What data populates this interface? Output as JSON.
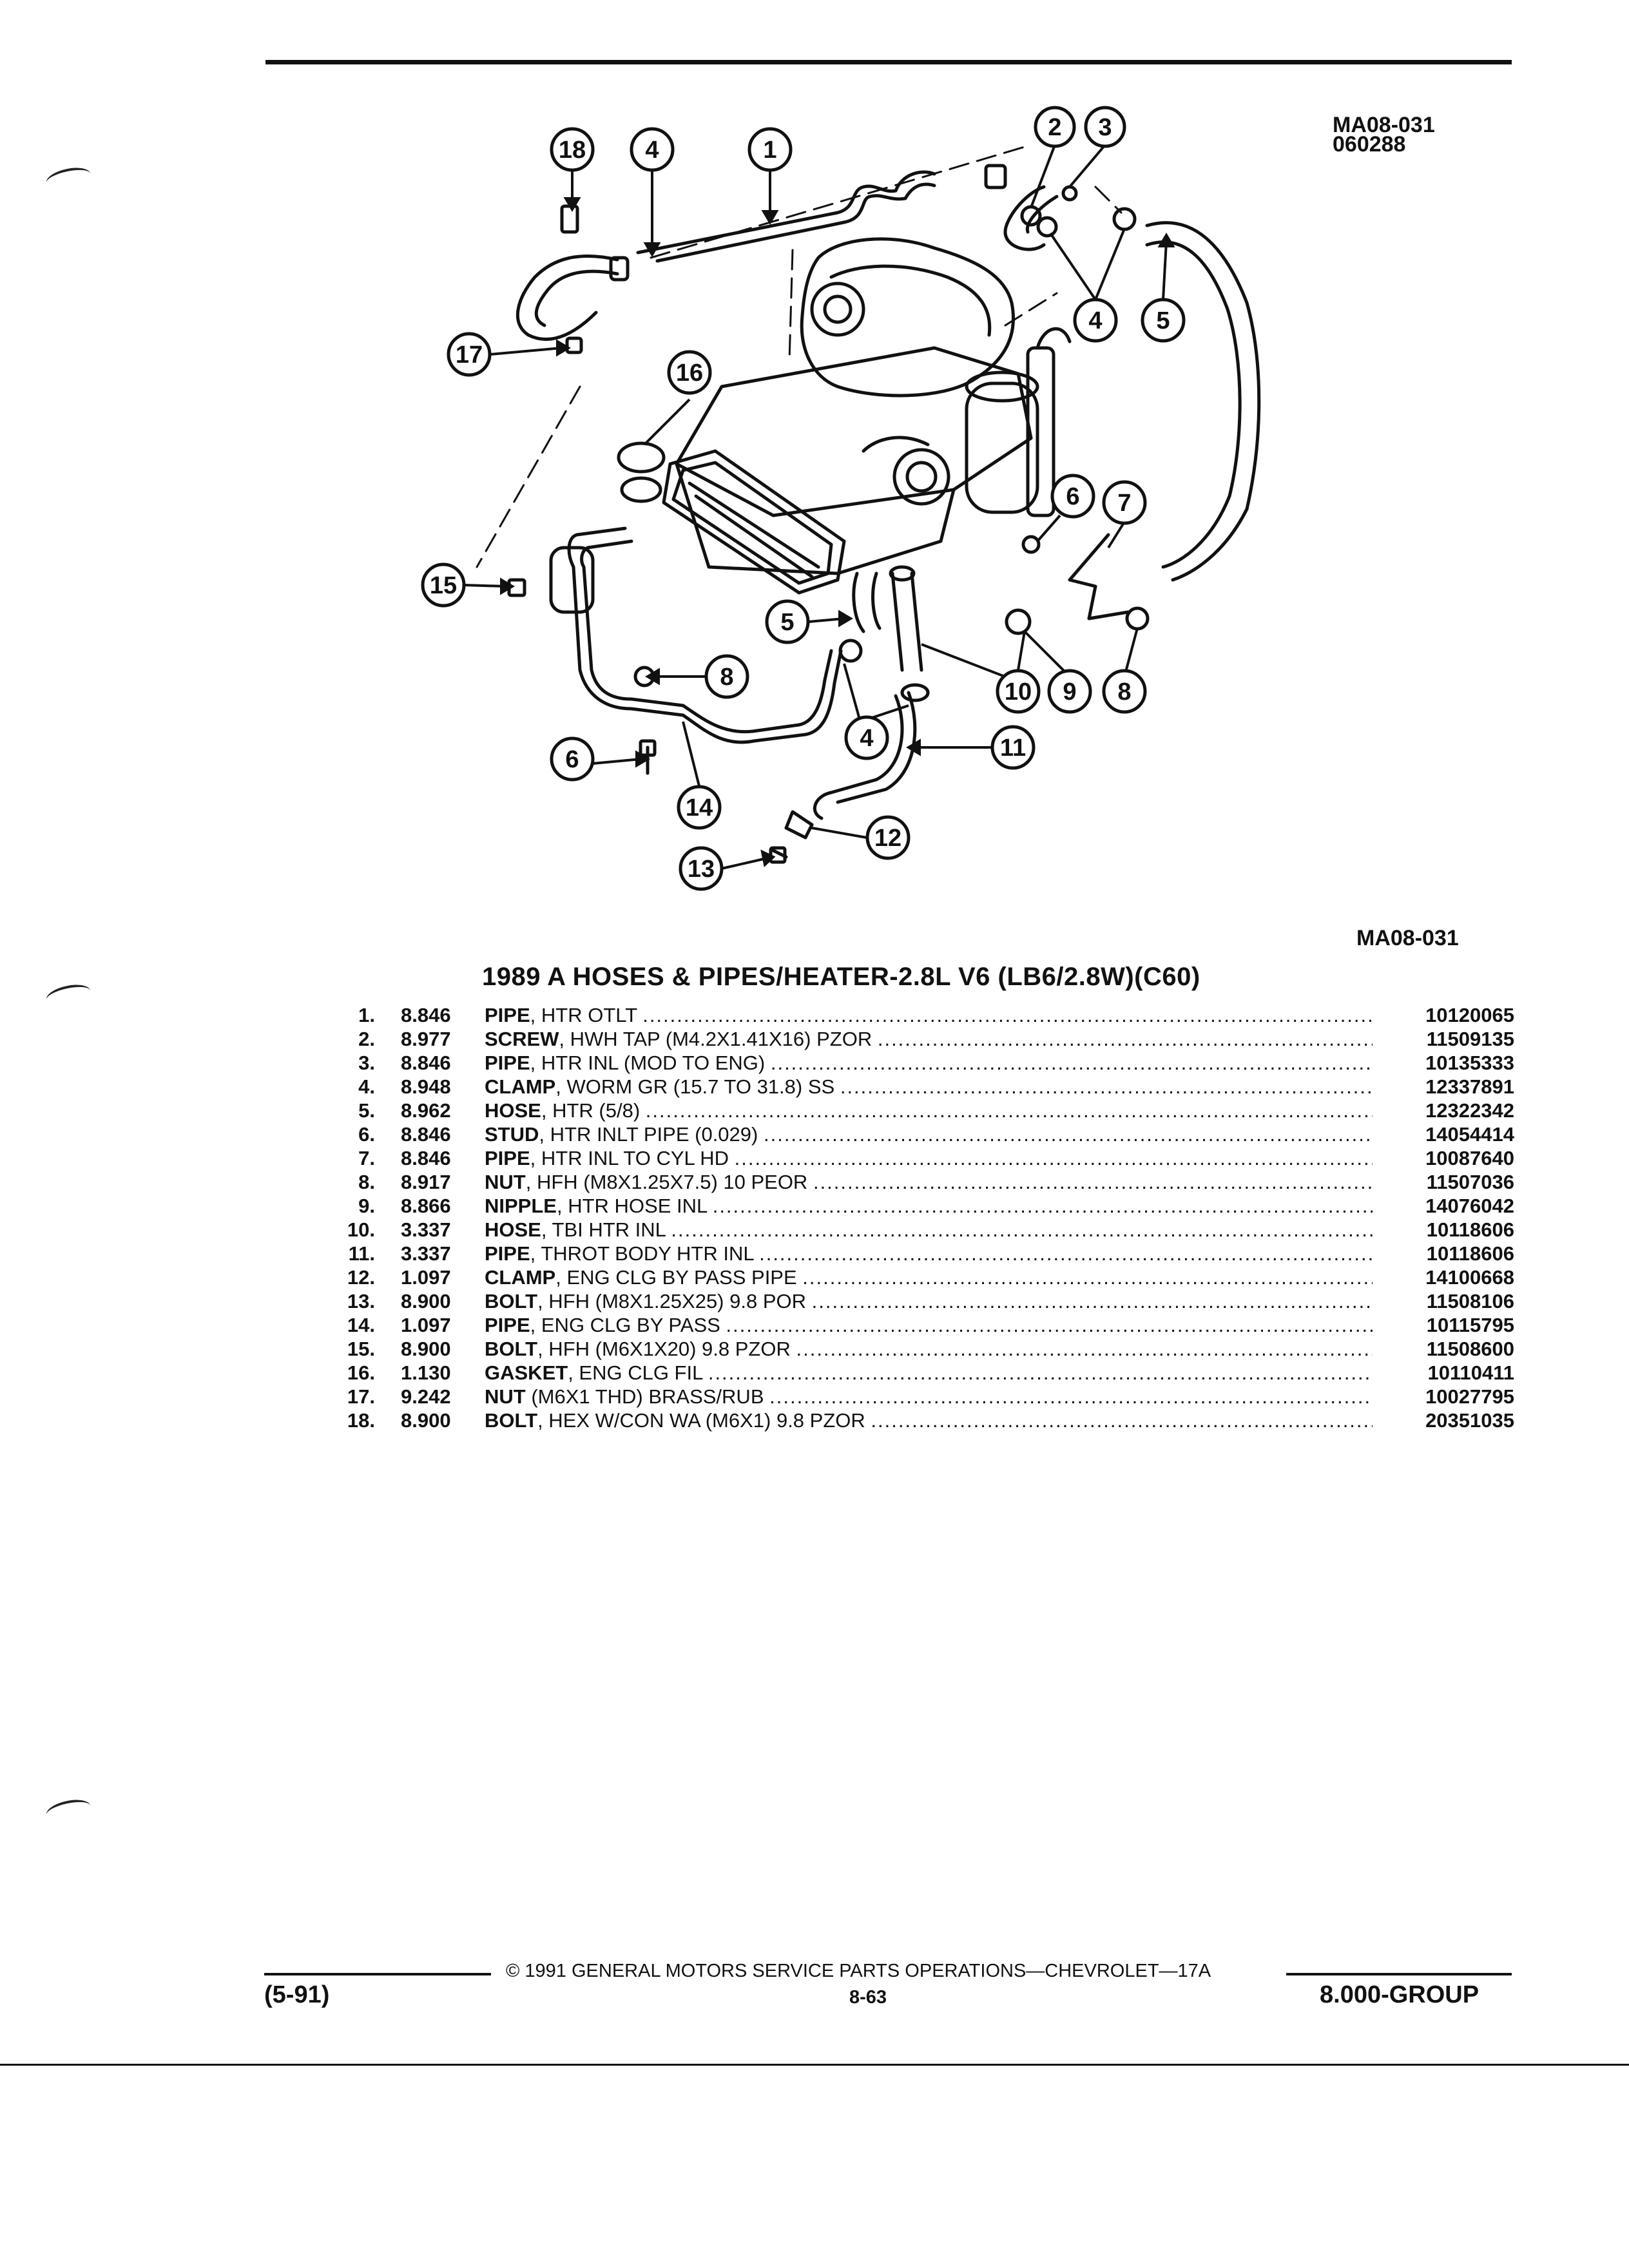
{
  "page": {
    "fig_code_top": "MA08-031",
    "fig_date": "060288",
    "fig_code_bottom": "MA08-031",
    "title": "1989 A HOSES & PIPES/HEATER-2.8L V6 (LB6/2.8W)(C60)"
  },
  "callouts": [
    "1",
    "2",
    "3",
    "4",
    "4",
    "4",
    "5",
    "5",
    "6",
    "6",
    "7",
    "8",
    "8",
    "9",
    "10",
    "11",
    "12",
    "13",
    "14",
    "15",
    "16",
    "17",
    "18"
  ],
  "parts": [
    {
      "no": "1.",
      "group": "8.846",
      "name": "PIPE",
      "desc": ", HTR OTLT",
      "part": "10120065"
    },
    {
      "no": "2.",
      "group": "8.977",
      "name": "SCREW",
      "desc": ", HWH TAP (M4.2X1.41X16) PZOR",
      "part": "11509135"
    },
    {
      "no": "3.",
      "group": "8.846",
      "name": "PIPE",
      "desc": ", HTR INL (MOD TO ENG)",
      "part": "10135333"
    },
    {
      "no": "4.",
      "group": "8.948",
      "name": "CLAMP",
      "desc": ", WORM GR (15.7 TO 31.8) SS",
      "part": "12337891"
    },
    {
      "no": "5.",
      "group": "8.962",
      "name": "HOSE",
      "desc": ", HTR (5/8)",
      "part": "12322342"
    },
    {
      "no": "6.",
      "group": "8.846",
      "name": "STUD",
      "desc": ", HTR INLT PIPE (0.029)",
      "part": "14054414"
    },
    {
      "no": "7.",
      "group": "8.846",
      "name": "PIPE",
      "desc": ", HTR INL TO CYL HD",
      "part": "10087640"
    },
    {
      "no": "8.",
      "group": "8.917",
      "name": "NUT",
      "desc": ", HFH (M8X1.25X7.5) 10 PEOR",
      "part": "11507036"
    },
    {
      "no": "9.",
      "group": "8.866",
      "name": "NIPPLE",
      "desc": ", HTR HOSE INL",
      "part": "14076042"
    },
    {
      "no": "10.",
      "group": "3.337",
      "name": "HOSE",
      "desc": ", TBI HTR INL",
      "part": "10118606"
    },
    {
      "no": "11.",
      "group": "3.337",
      "name": "PIPE",
      "desc": ", THROT BODY HTR INL",
      "part": "10118606"
    },
    {
      "no": "12.",
      "group": "1.097",
      "name": "CLAMP",
      "desc": ", ENG CLG BY PASS PIPE",
      "part": "14100668"
    },
    {
      "no": "13.",
      "group": "8.900",
      "name": "BOLT",
      "desc": ", HFH (M8X1.25X25) 9.8 POR",
      "part": "11508106"
    },
    {
      "no": "14.",
      "group": "1.097",
      "name": "PIPE",
      "desc": ", ENG CLG BY PASS",
      "part": "10115795"
    },
    {
      "no": "15.",
      "group": "8.900",
      "name": "BOLT",
      "desc": ", HFH (M6X1X20) 9.8 PZOR",
      "part": "11508600"
    },
    {
      "no": "16.",
      "group": "1.130",
      "name": "GASKET",
      "desc": ", ENG CLG FIL",
      "part": "10110411"
    },
    {
      "no": "17.",
      "group": "9.242",
      "name": "NUT",
      "desc": " (M6X1 THD) BRASS/RUB",
      "part": "10027795"
    },
    {
      "no": "18.",
      "group": "8.900",
      "name": "BOLT",
      "desc": ", HEX W/CON WA (M6X1) 9.8 PZOR",
      "part": "20351035"
    }
  ],
  "footer": {
    "copyright": "© 1991 GENERAL MOTORS SERVICE PARTS OPERATIONS—CHEVROLET—17A",
    "revision": "(5-91)",
    "page_number": "8-63",
    "group_label": "8.000-GROUP"
  },
  "leader_dots": "..............................................................................................................................................................................................."
}
